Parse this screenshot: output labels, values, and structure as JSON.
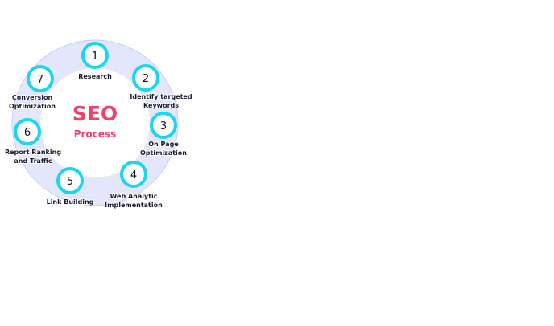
{
  "title": {
    "main": "SEO",
    "sub": "Process"
  },
  "colors": {
    "ring": "#e4e6fb",
    "ring_edge": "#c8cdf3",
    "inner": "#ffffff",
    "node_stroke": "#1ad6f2",
    "title": "#f0416c"
  },
  "steps": [
    {
      "number": "1",
      "label_lines": [
        "Research"
      ]
    },
    {
      "number": "2",
      "label_lines": [
        "Identify targeted",
        "Keywords"
      ]
    },
    {
      "number": "3",
      "label_lines": [
        "On Page",
        "Optimization"
      ]
    },
    {
      "number": "4",
      "label_lines": [
        "Web Analytic",
        "Implementation"
      ]
    },
    {
      "number": "5",
      "label_lines": [
        "Link Building"
      ]
    },
    {
      "number": "6",
      "label_lines": [
        "Report Ranking",
        "and Traffic"
      ]
    },
    {
      "number": "7",
      "label_lines": [
        "Conversion",
        "Optimization"
      ]
    }
  ]
}
